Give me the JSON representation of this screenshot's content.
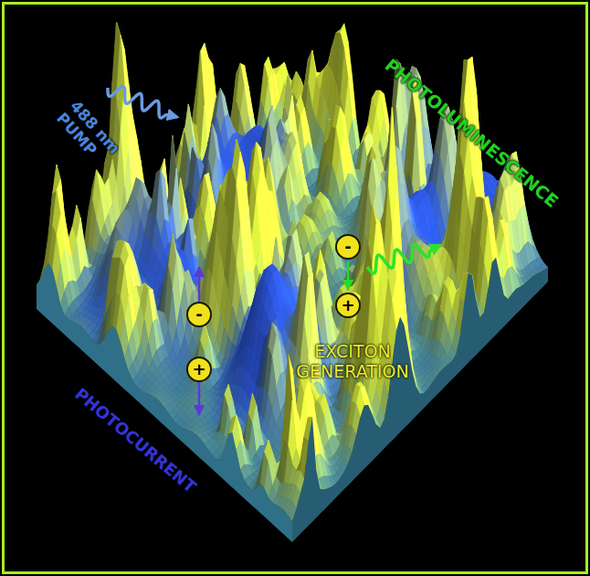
{
  "diagram": {
    "nodes": [
      {
        "text": [
          "-"
        ]
      },
      {
        "text": [
          "+"
        ]
      },
      {
        "text": [
          "-"
        ]
      },
      {
        "text": [
          "+"
        ]
      }
    ],
    "edges": [
      {
        "from": 2,
        "to": 3,
        "arrow": "to"
      }
    ],
    "labels": [
      "488 nm PUMP",
      "PHOTOLUMINESCENCE",
      "EXCITON GENERATION",
      "PHOTOCURRENT"
    ]
  }
}
